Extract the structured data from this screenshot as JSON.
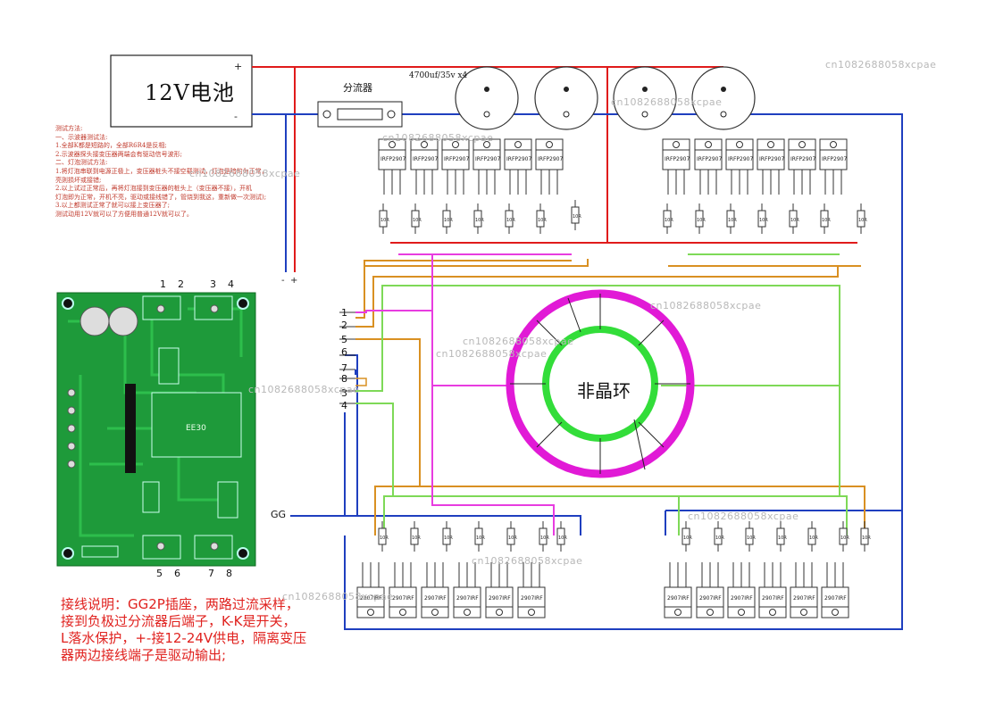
{
  "battery": {
    "label": "12V电池",
    "plus": "+",
    "minus": "-"
  },
  "shunt": {
    "label": "分流器"
  },
  "capacitors": {
    "spec": "4700uf/35v x4",
    "count": 4
  },
  "mosfet": {
    "part": "IRFP2907",
    "part_flipped": "2907IRF"
  },
  "resistor": {
    "value": "10R"
  },
  "test_notes": [
    "测试方法:",
    "一、示波器测试法:",
    "1.全部K都是短路的，全部R6R4是反相;",
    "2.示波器探头接变压器两端会有驱动信号波形;",
    "二、灯泡测试方法:",
    "1.将灯泡串联到电源正极上，变压器桩头不接空载测试，灯泡是暗的为正常，",
    "亮则损坏或接错;",
    "2.以上试过正常后，再将灯泡接到变压器的桩头上（变压器不接），开机",
    "灯泡即为正常，开机不亮，驱动或接线错了，管烧到我这，重新做一次测试);",
    "3.以上都测试正常了就可以接上变压器了;",
    "测试动用12V就可以了方便用普通12V就可以了。"
  ],
  "wiring_notes": [
    "接线说明：GG2P插座，两路过流采样，",
    "接到负极过分流器后端子，K-K是开关，",
    "L落水保护，+-接12-24V供电，隔离变压",
    "器两边接线端子是驱动输出;"
  ],
  "core": {
    "label": "非晶环"
  },
  "gg": {
    "label": "GG"
  },
  "pcb": {
    "label": "EE30",
    "top_pins": [
      "1",
      "2",
      "3",
      "4"
    ],
    "bottom_pins": [
      "5",
      "6",
      "7",
      "8"
    ]
  },
  "terminal": {
    "labels": [
      "1",
      "2",
      "5",
      "6",
      "7",
      "8",
      "3",
      "4"
    ]
  },
  "power_leads": {
    "minus": "-",
    "plus": "+"
  },
  "watermark": "cn1082688058xcpae",
  "colors": {
    "positive": "#e01b1b",
    "negative": "#1f3fbf",
    "gate_pink": "#e83ce0",
    "gate_orange": "#d99022",
    "gate_green": "#7ed957",
    "core_outer": "#e11ad6",
    "core_inner": "#33dd3a",
    "pcb": "#1e9a3a"
  }
}
